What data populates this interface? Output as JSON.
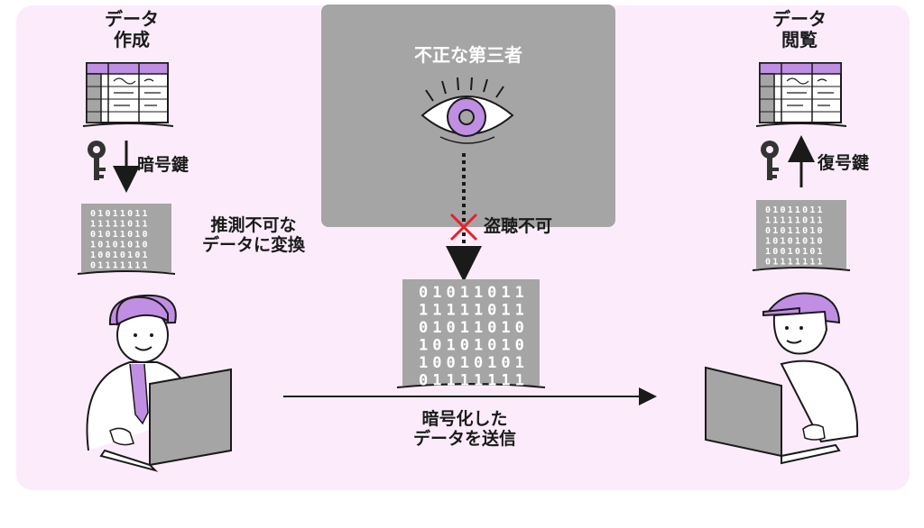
{
  "sender": {
    "title_line1": "データ",
    "title_line2": "作成",
    "key_label": "暗号鍵",
    "convert_line1": "推測不可な",
    "convert_line2": "データに変換"
  },
  "attacker": {
    "title": "不正な第三者",
    "block_label": "盗聴不可"
  },
  "transmission": {
    "label_line1": "暗号化した",
    "label_line2": "データを送信"
  },
  "receiver": {
    "title_line1": "データ",
    "title_line2": "閲覧",
    "key_label": "復号鍵"
  },
  "binary_rows": [
    "01011011",
    "11111011",
    "01011010",
    "10101010",
    "10010101",
    "01111111"
  ],
  "colors": {
    "background": "#fcecfb",
    "attacker_box": "#a5a5a5",
    "accent_purple": "#c08ee3",
    "block_mark": "#e8202a",
    "line": "#1a1a1a"
  },
  "icons": [
    "key-icon",
    "eye-icon",
    "cross-icon",
    "document-icon",
    "laptop-icon",
    "person-icon"
  ]
}
